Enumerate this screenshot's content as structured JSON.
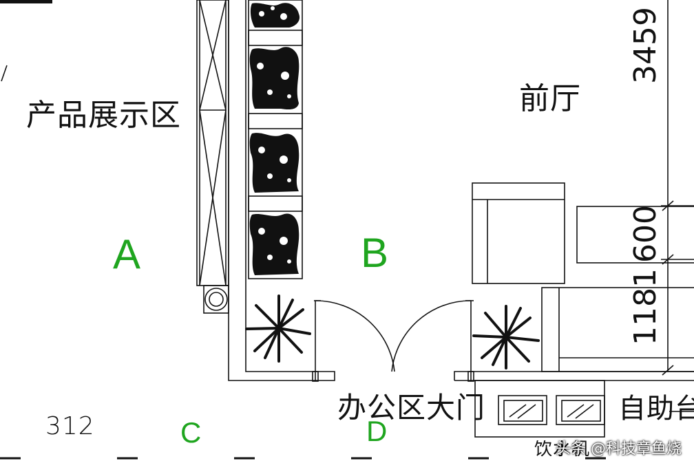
{
  "rooms": {
    "showroom": "产品展示区",
    "lobby": "前厅",
    "office_door": "办公区大门",
    "self_service": "自助台",
    "partial_bottom": "饮水机"
  },
  "zones": {
    "a": "A",
    "b": "B",
    "c": "C",
    "d": "D"
  },
  "dimensions": {
    "d3459": "3459",
    "d600": "600",
    "d1181": "1181",
    "d312": "312"
  },
  "watermark": {
    "text": "头条 @科技章鱼烧"
  },
  "colors": {
    "zone_label": "#1fa51f",
    "line": "#111111"
  }
}
